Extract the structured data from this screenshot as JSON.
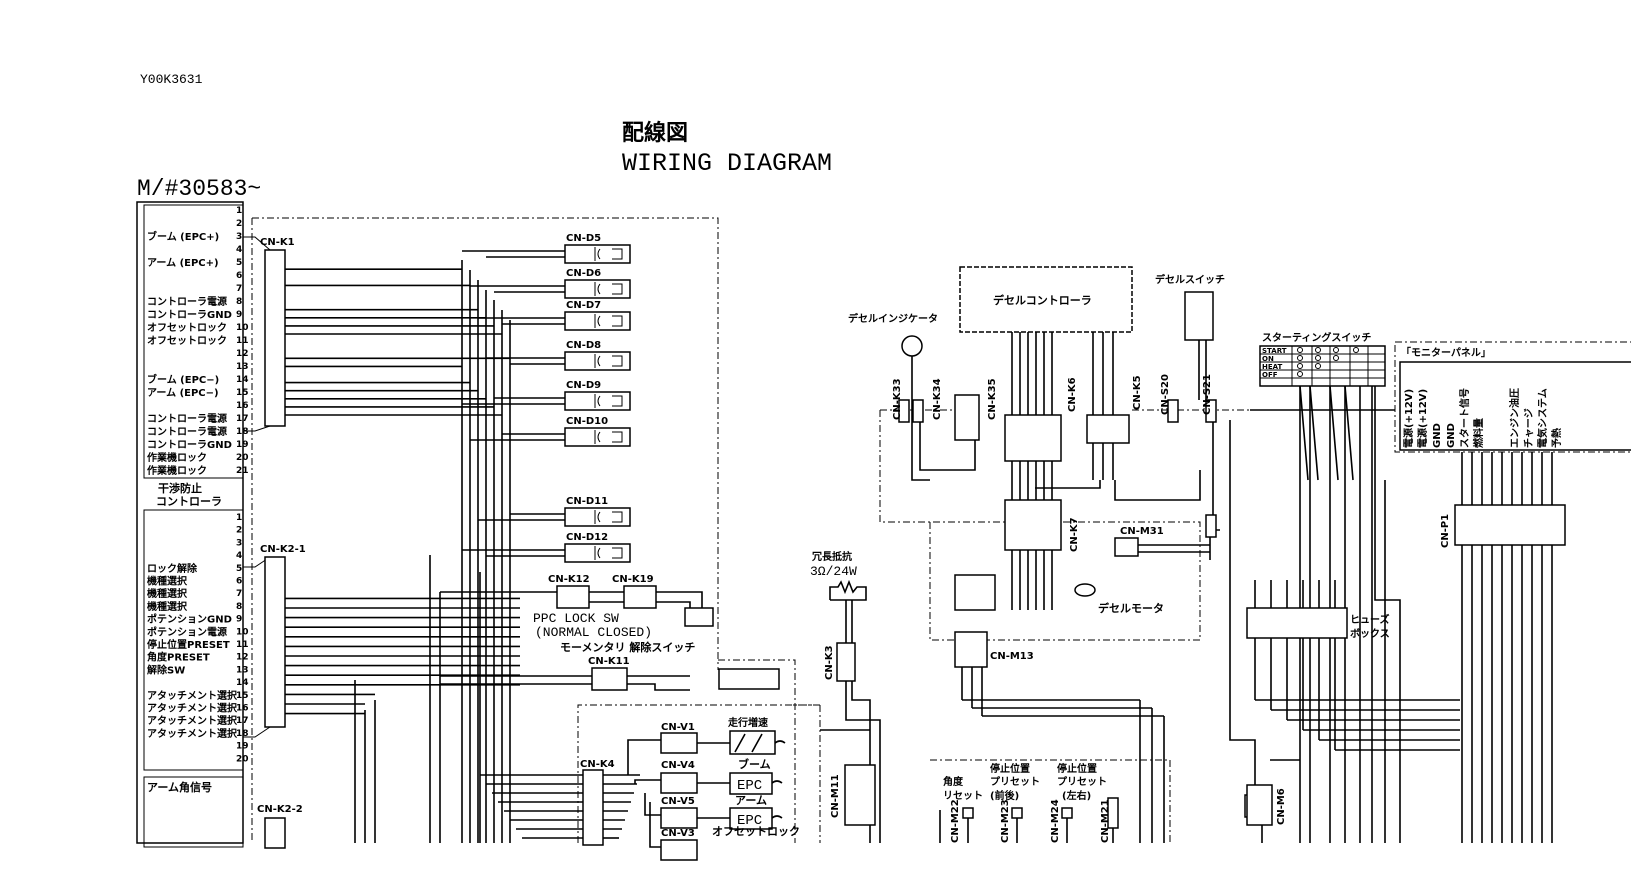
{
  "doc_id": "Y00K3631",
  "title_jp": "配線図",
  "title_en": "WIRING DIAGRAM",
  "serial": "M/#30583~",
  "left_controller": {
    "name": "干渉防止",
    "name2": "コントローラ",
    "group1_pins": 21,
    "group1_labels": [
      {
        "pin": 3,
        "text": "ブーム (EPC+)"
      },
      {
        "pin": 5,
        "text": "アーム (EPC+)"
      },
      {
        "pin": 8,
        "text": "コントローラ電源"
      },
      {
        "pin": 9,
        "text": "コントローラGND"
      },
      {
        "pin": 10,
        "text": "オフセットロック"
      },
      {
        "pin": 11,
        "text": "オフセットロック"
      },
      {
        "pin": 14,
        "text": "ブーム (EPC−)"
      },
      {
        "pin": 15,
        "text": "アーム (EPC−)"
      },
      {
        "pin": 17,
        "text": "コントローラ電源"
      },
      {
        "pin": 18,
        "text": "コントローラ電源"
      },
      {
        "pin": 19,
        "text": "コントローラGND"
      },
      {
        "pin": 20,
        "text": "作業機ロック"
      },
      {
        "pin": 21,
        "text": "作業機ロック"
      }
    ],
    "group2_pins": 20,
    "group2_labels": [
      {
        "pin": 5,
        "text": "ロック解除"
      },
      {
        "pin": 6,
        "text": "機種選択"
      },
      {
        "pin": 7,
        "text": "機種選択"
      },
      {
        "pin": 8,
        "text": "機種選択"
      },
      {
        "pin": 9,
        "text": "ポテンションGND"
      },
      {
        "pin": 10,
        "text": "ポテンション電源"
      },
      {
        "pin": 11,
        "text": "停止位置PRESET"
      },
      {
        "pin": 12,
        "text": "角度PRESET"
      },
      {
        "pin": 13,
        "text": "解除SW"
      },
      {
        "pin": 15,
        "text": "アタッチメント選択"
      },
      {
        "pin": 16,
        "text": "アタッチメント選択"
      },
      {
        "pin": 17,
        "text": "アタッチメント選択"
      },
      {
        "pin": 18,
        "text": "アタッチメント選択"
      }
    ],
    "group3_label": "アーム角信号"
  },
  "connectors": {
    "k1": "CN-K1",
    "k2_1": "CN-K2-1",
    "k2_2": "CN-K2-2",
    "d": [
      "CN-D5",
      "CN-D6",
      "CN-D7",
      "CN-D8",
      "CN-D9",
      "CN-D10",
      "CN-D11",
      "CN-D12"
    ],
    "k12": "CN-K12",
    "k19": "CN-K19",
    "k11": "CN-K11",
    "k4": "CN-K4",
    "v1": "CN-V1",
    "v4": "CN-V4",
    "v5": "CN-V5",
    "v3": "CN-V3",
    "k33": "CN-K33",
    "k34": "CN-K34",
    "k35": "CN-K35",
    "k6": "CN-K6",
    "k5": "CN-K5",
    "s20": "CN-S20",
    "s21": "CN-S21",
    "k7": "CN-K7",
    "m31": "CN-M31",
    "m13": "CN-M13",
    "k3": "CN-K3",
    "m11": "CN-M11",
    "m22": "CN-M22",
    "m23": "CN-M23",
    "m24": "CN-M24",
    "m21": "CN-M21",
    "p1": "CN-P1",
    "m6": "CN-M6"
  },
  "ppc": {
    "line1": "PPC LOCK SW",
    "line2": "(NORMAL CLOSED)",
    "release": "モーメンタリ  解除スイッチ"
  },
  "valves": {
    "travel": "走行増速",
    "boom": "ブーム",
    "arm": "アーム",
    "offset": "オフセットロック",
    "epc": "EPC"
  },
  "decel": {
    "controller": "デセルコントローラ",
    "indicator": "デセルインジケータ",
    "switch": "デセルスイッチ",
    "motor": "デセルモータ"
  },
  "resistor": {
    "line1": "冗長抵抗",
    "line2": "3Ω/24W"
  },
  "presets": {
    "angle": [
      "角度",
      "リセット"
    ],
    "stop_fb": [
      "停止位置",
      "プリセット",
      "(前後)"
    ],
    "stop_lr": [
      "停止位置",
      "プリセット",
      "(左右)"
    ]
  },
  "starting_switch": {
    "title": "スターティングスイッチ",
    "rows": [
      "START",
      "ON",
      "HEAT",
      "OFF"
    ]
  },
  "monitor_panel": {
    "title": "「モニターパネル」",
    "signals": [
      "電源(+12V)",
      "電源(+12V)",
      "GND",
      "GND",
      "スタート信号",
      "燃料量",
      "エンジン油圧",
      "チャージ",
      "電気システム",
      "予熱"
    ]
  },
  "fuse_box": {
    "line1": "ヒューズ",
    "line2": "ボックス"
  }
}
